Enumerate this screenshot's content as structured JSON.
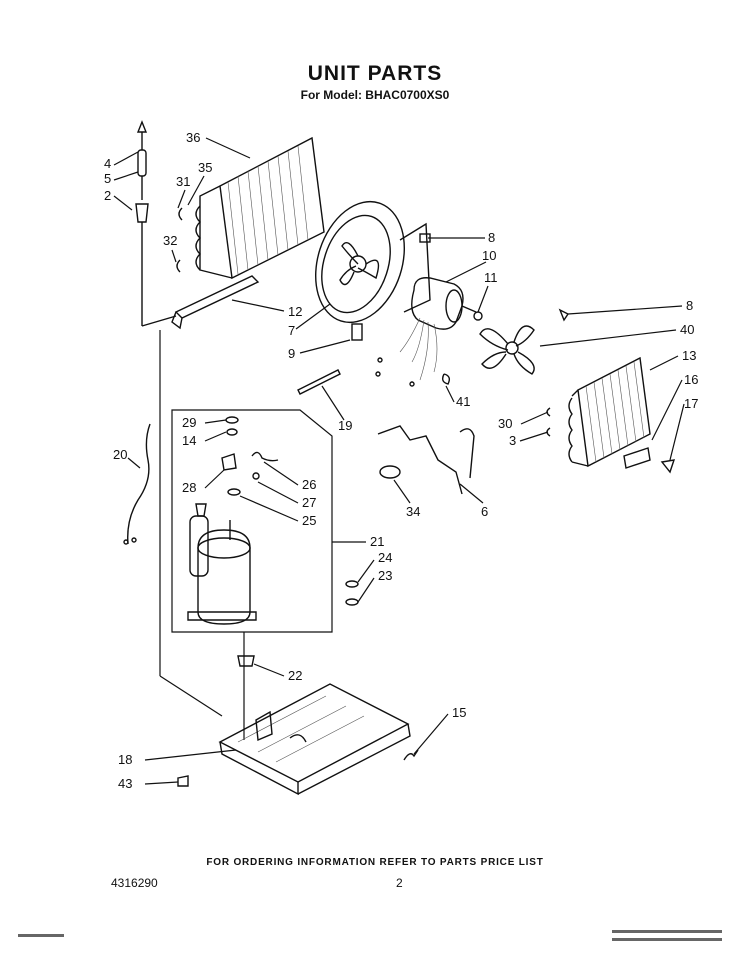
{
  "title": "UNIT PARTS",
  "subtitle": "For Model: BHAC0700XS0",
  "footer_note": "FOR ORDERING INFORMATION REFER TO PARTS PRICE LIST",
  "doc_number": "4316290",
  "page_number": "2",
  "callouts": [
    "36",
    "4",
    "5",
    "2",
    "31",
    "35",
    "32",
    "8",
    "10",
    "11",
    "12",
    "7",
    "9",
    "8",
    "40",
    "13",
    "16",
    "17",
    "19",
    "41",
    "30",
    "3",
    "20",
    "29",
    "14",
    "28",
    "26",
    "27",
    "25",
    "21",
    "24",
    "23",
    "34",
    "6",
    "22",
    "15",
    "18",
    "43"
  ]
}
